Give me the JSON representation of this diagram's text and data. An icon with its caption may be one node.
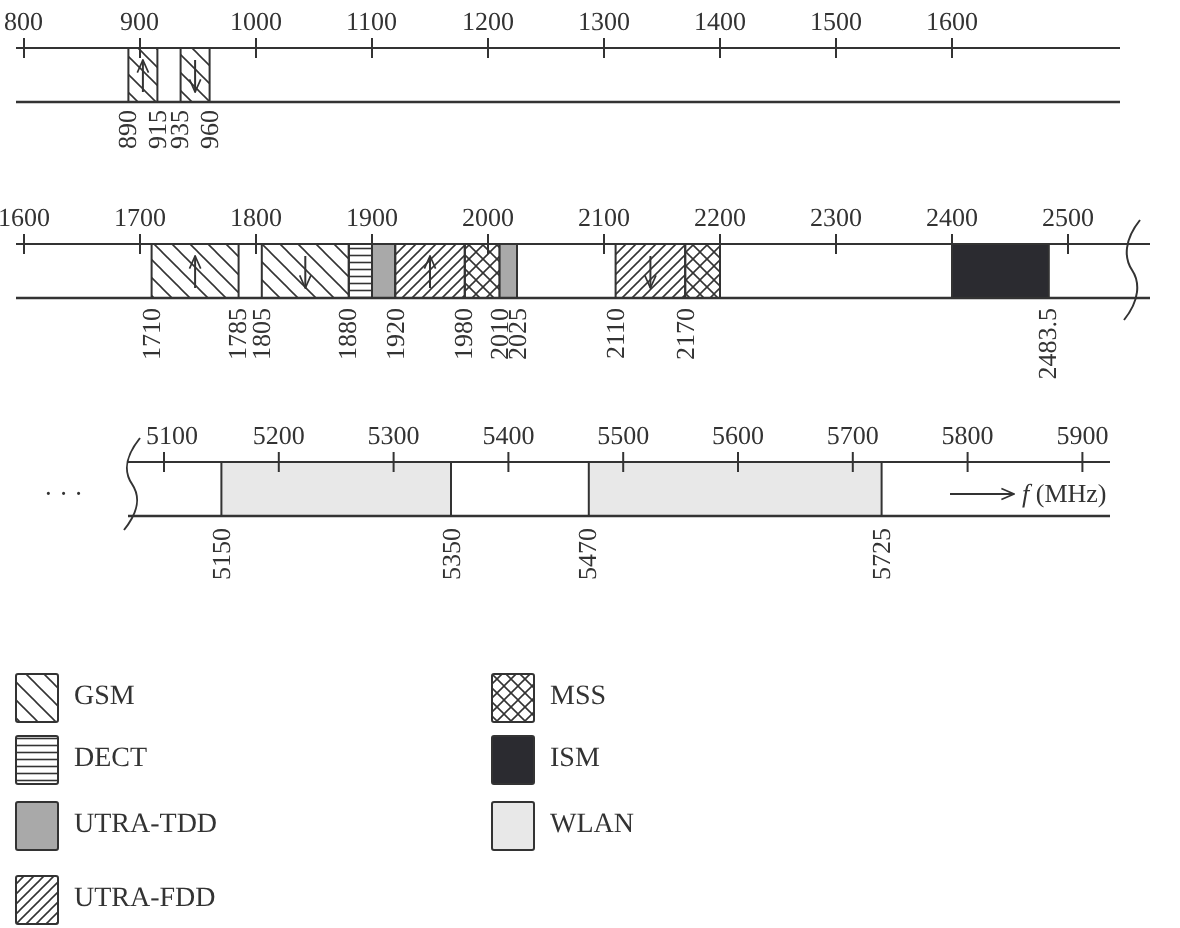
{
  "diagram": {
    "labels": [
      "800",
      "900",
      "1000",
      "1100",
      "1200",
      "1300",
      "1400",
      "1500",
      "1600",
      "890",
      "915",
      "935",
      "960",
      "1600",
      "1700",
      "1800",
      "1900",
      "2000",
      "2100",
      "2200",
      "2300",
      "2400",
      "2500",
      "1710",
      "1785",
      "1805",
      "1880",
      "1920",
      "1980",
      "2010",
      "2025",
      "2110",
      "2170",
      "2483.5",
      "5100",
      "5200",
      "5300",
      "5400",
      "5500",
      "5600",
      "5700",
      "5800",
      "5900",
      "· · ·",
      "*f* (MHz)",
      "5150",
      "5350",
      "5470",
      "5725"
    ],
    "legend": [
      {
        "text": "GSM"
      },
      {
        "text": "DECT"
      },
      {
        "text": "UTRA-TDD",
        "color": "#a9a9a9"
      },
      {
        "text": "UTRA-FDD"
      },
      {
        "text": "MSS"
      },
      {
        "text": "ISM",
        "color": "#2b2b30"
      },
      {
        "text": "WLAN",
        "color": "#e8e8e8"
      }
    ]
  }
}
